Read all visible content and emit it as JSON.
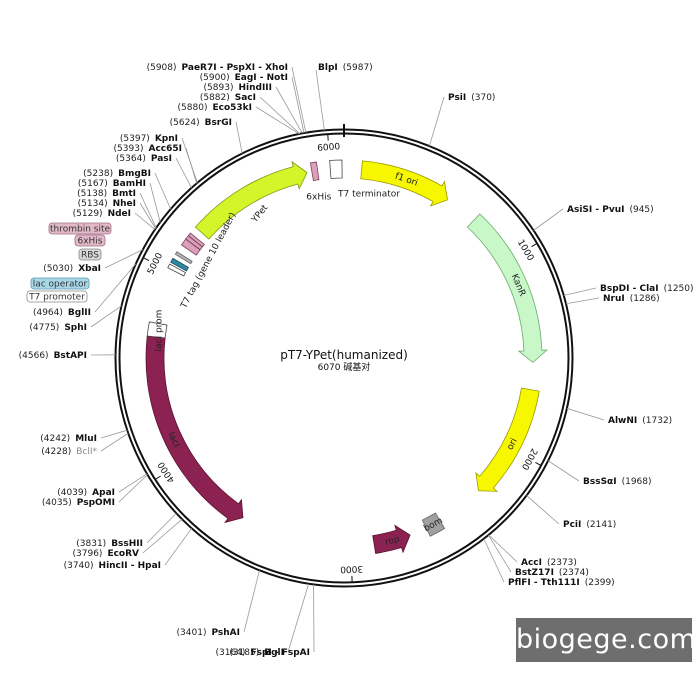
{
  "plasmid": {
    "name": "pT7-YPet(humanized)",
    "length": 6070,
    "length_label": "6070 碱基对"
  },
  "ticks": [
    1000,
    2000,
    3000,
    4000,
    5000,
    6000
  ],
  "features": [
    {
      "name": "f1 ori",
      "start": 90,
      "end": 560,
      "dir": 1,
      "color": "#f7f700",
      "stroke": "#9a9a00",
      "label_on_arrow": true
    },
    {
      "name": "KanR",
      "start": 730,
      "end": 1540,
      "dir": 1,
      "color": "#c8f7c8",
      "stroke": "#6aa86a",
      "label_on_arrow": true
    },
    {
      "name": "ori",
      "start": 1680,
      "end": 2270,
      "dir": 1,
      "color": "#f7f700",
      "stroke": "#9a9a00",
      "label_on_arrow": true
    },
    {
      "name": "rop",
      "start": 2690,
      "end": 2880,
      "dir": -1,
      "color": "#8b2252",
      "stroke": "#5a1030",
      "label_on_arrow": true
    },
    {
      "name": "bom",
      "start": 2520,
      "end": 2600,
      "dir": 0,
      "color": "#a0a0a0",
      "stroke": "#666",
      "label_on_arrow": true
    },
    {
      "name": "lacI",
      "start": 3580,
      "end": 4660,
      "dir": -1,
      "color": "#8b2252",
      "stroke": "#5a1030",
      "label_on_arrow": true
    },
    {
      "name": "lacI prom",
      "start": 4660,
      "end": 4730,
      "dir": 0,
      "color": "#ffffff",
      "stroke": "#444",
      "label_on_arrow": false
    },
    {
      "name": "YPet",
      "start": 5250,
      "end": 5880,
      "dir": 1,
      "color": "#d4f52a",
      "stroke": "#7a9a10",
      "label_on_arrow": false
    },
    {
      "name": "6xHis",
      "start": 5905,
      "end": 5935,
      "dir": 0,
      "color": "#d9a0b8",
      "stroke": "#7a4060",
      "label_on_arrow": false
    },
    {
      "name": "T7 terminator",
      "start": 6000,
      "end": 6060,
      "dir": 0,
      "color": "#ffffff",
      "stroke": "#444",
      "label_on_arrow": false
    },
    {
      "name": "T7 tag (gene 10 leader)",
      "start": 5140,
      "end": 5175,
      "dir": 0,
      "color": "#d9a0b8",
      "stroke": "#7a4060",
      "label_on_arrow": false
    },
    {
      "name": "thrombin site",
      "start": 5176,
      "end": 5195,
      "dir": 0,
      "color": "#d9a0b8",
      "stroke": "#7a4060",
      "label_on_arrow": false
    },
    {
      "name": "6xHis",
      "start": 5196,
      "end": 5212,
      "dir": 0,
      "color": "#d9a0b8",
      "stroke": "#7a4060",
      "label_on_arrow": false
    },
    {
      "name": "RBS",
      "start": 5085,
      "end": 5100,
      "dir": 0,
      "color": "#b0b0b0",
      "stroke": "#666",
      "label_on_arrow": false
    },
    {
      "name": "lac operator",
      "start": 5040,
      "end": 5062,
      "dir": 0,
      "color": "#2e86a0",
      "stroke": "#1a5060",
      "label_on_arrow": false
    },
    {
      "name": "T7 promoter",
      "start": 5010,
      "end": 5030,
      "dir": 0,
      "color": "#ffffff",
      "stroke": "#444",
      "label_on_arrow": false
    }
  ],
  "boxed_labels": [
    {
      "text": "thrombin site",
      "fill": "#e2b9c8",
      "stroke": "#a07088"
    },
    {
      "text": "6xHis",
      "fill": "#e2b9c8",
      "stroke": "#a07088"
    },
    {
      "text": "RBS",
      "fill": "#d8d8d8",
      "stroke": "#888"
    },
    {
      "text": "lac operator",
      "fill": "#a8d8e8",
      "stroke": "#5a98b0"
    },
    {
      "text": "T7 promoter",
      "fill": "#ffffff",
      "stroke": "#888"
    }
  ],
  "sites": [
    {
      "pos": "(5908)",
      "name": "PaeR7I - PspXI - XhoI",
      "bp": 5908,
      "dim": false
    },
    {
      "pos": "(5900)",
      "name": "EagI - NotI",
      "bp": 5900,
      "dim": false
    },
    {
      "pos": "(5893)",
      "name": "HindIII",
      "bp": 5893,
      "dim": false
    },
    {
      "pos": "(5882)",
      "name": "SacI",
      "bp": 5882,
      "dim": false
    },
    {
      "pos": "(5880)",
      "name": "Eco53kI",
      "bp": 5880,
      "dim": false
    },
    {
      "pos": "(5624)",
      "name": "BsrGI",
      "bp": 5624,
      "dim": false
    },
    {
      "pos": "(5397)",
      "name": "KpnI",
      "bp": 5397,
      "dim": false
    },
    {
      "pos": "(5393)",
      "name": "Acc65I",
      "bp": 5393,
      "dim": false
    },
    {
      "pos": "(5364)",
      "name": "PasI",
      "bp": 5364,
      "dim": false
    },
    {
      "pos": "(5238)",
      "name": "BmgBI",
      "bp": 5238,
      "dim": false
    },
    {
      "pos": "(5167)",
      "name": "BamHI",
      "bp": 5167,
      "dim": false
    },
    {
      "pos": "(5138)",
      "name": "BmtI",
      "bp": 5138,
      "dim": false
    },
    {
      "pos": "(5134)",
      "name": "NheI",
      "bp": 5134,
      "dim": false
    },
    {
      "pos": "(5129)",
      "name": "NdeI",
      "bp": 5129,
      "dim": false
    },
    {
      "pos": "(5030)",
      "name": "XbaI",
      "bp": 5030,
      "dim": false
    },
    {
      "pos": "(4964)",
      "name": "BglII",
      "bp": 4964,
      "dim": false
    },
    {
      "pos": "(4775)",
      "name": "SphI",
      "bp": 4775,
      "dim": false
    },
    {
      "pos": "(4566)",
      "name": "BstAPI",
      "bp": 4566,
      "dim": false
    },
    {
      "pos": "(4242)",
      "name": "MluI",
      "bp": 4242,
      "dim": false
    },
    {
      "pos": "(4228)",
      "name": "BclI*",
      "bp": 4228,
      "dim": true
    },
    {
      "pos": "(4039)",
      "name": "ApaI",
      "bp": 4039,
      "dim": false
    },
    {
      "pos": "(4035)",
      "name": "PspOMI",
      "bp": 4035,
      "dim": false
    },
    {
      "pos": "(3831)",
      "name": "BssHII",
      "bp": 3831,
      "dim": false
    },
    {
      "pos": "(3796)",
      "name": "EcoRV",
      "bp": 3796,
      "dim": false
    },
    {
      "pos": "(3740)",
      "name": "HincII - HpaI",
      "bp": 3740,
      "dim": false
    },
    {
      "pos": "(3401)",
      "name": "PshAI",
      "bp": 3401,
      "dim": false
    },
    {
      "pos": "(3185)",
      "name": "BglI",
      "bp": 3185,
      "dim": false
    },
    {
      "pos": "(3164)",
      "name": "FspI - FspAI",
      "bp": 3164,
      "dim": false
    },
    {
      "pos": "(5987)",
      "name": "BlpI",
      "bp": 5987,
      "dim": false
    },
    {
      "pos": "(370)",
      "name": "PsiI",
      "bp": 370,
      "dim": false
    },
    {
      "pos": "(945)",
      "name": "AsiSI - PvuI",
      "bp": 945,
      "dim": false
    },
    {
      "pos": "(1250)",
      "name": "BspDI - ClaI",
      "bp": 1250,
      "dim": false
    },
    {
      "pos": "(1286)",
      "name": "NruI",
      "bp": 1286,
      "dim": false
    },
    {
      "pos": "(1732)",
      "name": "AlwNI",
      "bp": 1732,
      "dim": false
    },
    {
      "pos": "(1968)",
      "name": "BssSαI",
      "bp": 1968,
      "dim": false
    },
    {
      "pos": "(2141)",
      "name": "PciI",
      "bp": 2141,
      "dim": false
    },
    {
      "pos": "(2373)",
      "name": "AccI",
      "bp": 2373,
      "dim": false
    },
    {
      "pos": "(2374)",
      "name": "BstZ17I",
      "bp": 2374,
      "dim": false
    },
    {
      "pos": "(2399)",
      "name": "PflFI - Tth111I",
      "bp": 2399,
      "dim": false
    }
  ],
  "watermark": "biogege.com"
}
